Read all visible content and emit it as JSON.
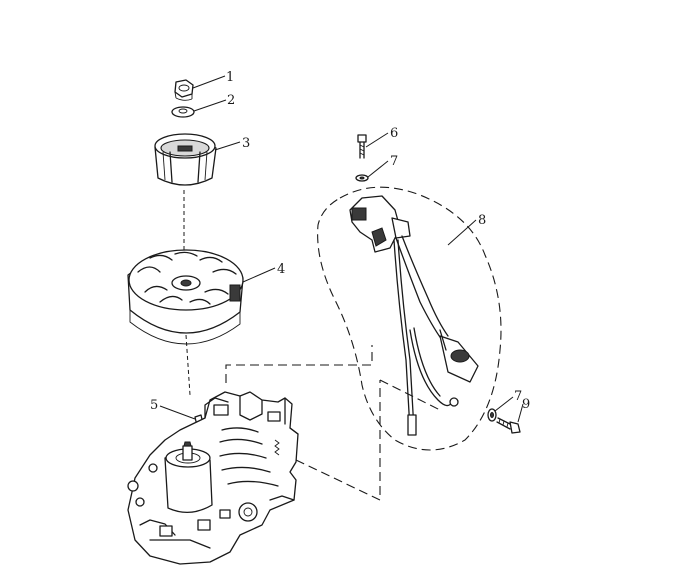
{
  "diagram": {
    "callouts": [
      {
        "id": "c1",
        "text": "1"
      },
      {
        "id": "c2",
        "text": "2"
      },
      {
        "id": "c3",
        "text": "3"
      },
      {
        "id": "c4",
        "text": "4"
      },
      {
        "id": "c5",
        "text": "5"
      },
      {
        "id": "c6",
        "text": "6"
      },
      {
        "id": "c7a",
        "text": "7"
      },
      {
        "id": "c8",
        "text": "8"
      },
      {
        "id": "c7b",
        "text": "7"
      },
      {
        "id": "c9",
        "text": "9"
      }
    ]
  }
}
